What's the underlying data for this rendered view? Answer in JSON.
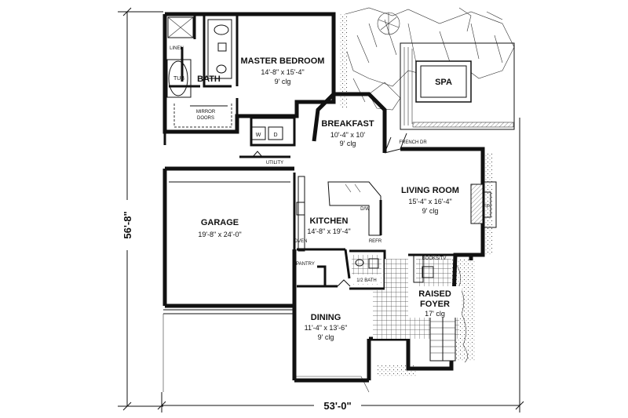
{
  "plan": {
    "rooms": {
      "master_bedroom": {
        "name": "MASTER BEDROOM",
        "size": "14'-8\" x 15'-4\"",
        "ceiling": "9' clg"
      },
      "bath": {
        "name": "BATH"
      },
      "breakfast": {
        "name": "BREAKFAST",
        "size": "10'-4\" x 10'",
        "ceiling": "9' clg"
      },
      "spa": {
        "name": "SPA"
      },
      "living_room": {
        "name": "LIVING ROOM",
        "size": "15'-4\" x 16'-4\"",
        "ceiling": "9' clg"
      },
      "garage": {
        "name": "GARAGE",
        "size": "19'-8\" x 24'-0\""
      },
      "kitchen": {
        "name": "KITCHEN",
        "size": "14'-8\" x 19'-4\""
      },
      "raised_foyer": {
        "name_line1": "RAISED",
        "name_line2": "FOYER",
        "ceiling": "17' clg"
      },
      "dining": {
        "name": "DINING",
        "size": "11'-4\" x 13'-6\"",
        "ceiling": "9' clg"
      }
    },
    "labels": {
      "linen": "LINEN",
      "tub": "TUB",
      "mirror_line1": "MIRROR",
      "mirror_line2": "DOORS",
      "washer": "W",
      "dryer": "D",
      "utility": "UTILITY",
      "french_dr": "FRENCH DR",
      "dw": "D/W",
      "fp": "FP",
      "oven": "OVEN",
      "refr": "REFR",
      "pantry": "PANTRY",
      "books_tv": "BOOKS/TV",
      "half_bath": "1/2 BATH"
    },
    "dimensions": {
      "depth": "56'-8\"",
      "width": "53'-0\""
    }
  }
}
